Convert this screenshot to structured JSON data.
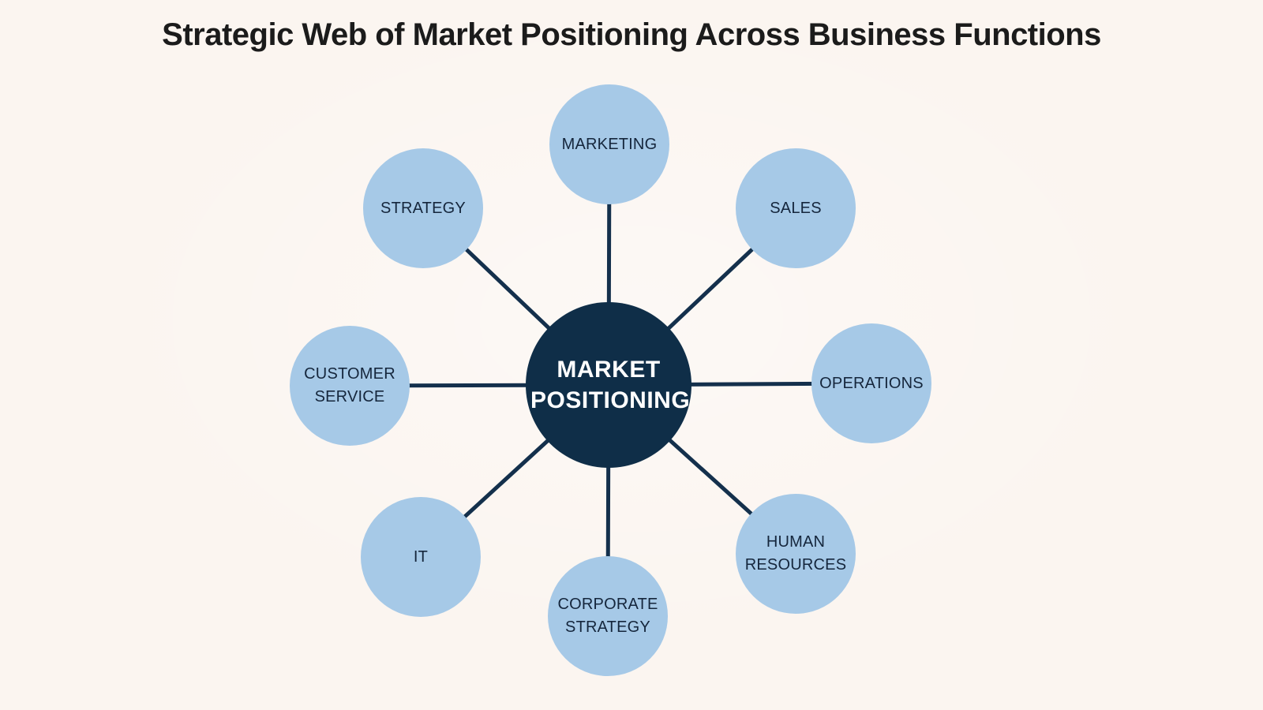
{
  "title": "Strategic Web of Market Positioning Across Business Functions",
  "diagram": {
    "hub": {
      "label": "MARKET POSITIONING"
    },
    "nodes": [
      {
        "id": "marketing",
        "label": "MARKETING"
      },
      {
        "id": "strategy",
        "label": "STRATEGY"
      },
      {
        "id": "sales",
        "label": "SALES"
      },
      {
        "id": "customer-service",
        "label": "CUSTOMER SERVICE"
      },
      {
        "id": "operations",
        "label": "OPERATIONS"
      },
      {
        "id": "it",
        "label": "IT"
      },
      {
        "id": "human-resources",
        "label": "HUMAN RESOURCES"
      },
      {
        "id": "corporate-strategy",
        "label": "CORPORATE STRATEGY"
      }
    ]
  },
  "colors": {
    "background": "#fbf5f0",
    "hub-fill": "#0f2e48",
    "node-fill": "#a6c9e7",
    "line": "#14304c",
    "node-text": "#15263c",
    "hub-text": "#ffffff",
    "title-text": "#1b1b1b"
  }
}
